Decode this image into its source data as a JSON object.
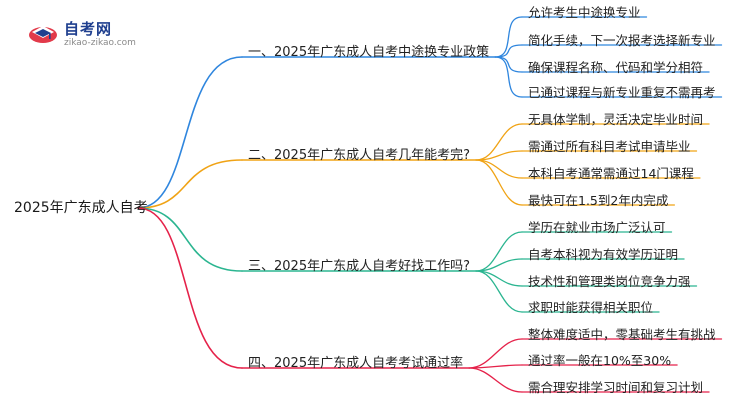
{
  "logo": {
    "title": "自考网",
    "url": "zikao-zikao.com"
  },
  "root": {
    "label": "2025年广东成人自考"
  },
  "branches": [
    {
      "label": "一、2025年广东成人自考中途换专业政策",
      "color": "#2f86de",
      "children": [
        "允许考生中途换专业",
        "简化手续，下一次报考选择新专业",
        "确保课程名称、代码和学分相符",
        "已通过课程与新专业重复不需再考"
      ]
    },
    {
      "label": "二、2025年广东成人自考几年能考完?",
      "color": "#f0a315",
      "children": [
        "无具体学制，灵活决定毕业时间",
        "需通过所有科目考试申请毕业",
        "本科自考通常需通过14门课程",
        "最快可在1.5到2年内完成"
      ]
    },
    {
      "label": "三、2025年广东成人自考好找工作吗?",
      "color": "#2bb590",
      "children": [
        "学历在就业市场广泛认可",
        "自考本科视为有效学历证明",
        "技术性和管理类岗位竞争力强",
        "求职时能获得相关职位"
      ]
    },
    {
      "label": "四、2025年广东成人自考考试通过率",
      "color": "#e5224a",
      "children": [
        "整体难度适中，零基础考生有挑战",
        "通过率一般在10%至30%",
        "需合理安排学习时间和复习计划"
      ]
    }
  ]
}
